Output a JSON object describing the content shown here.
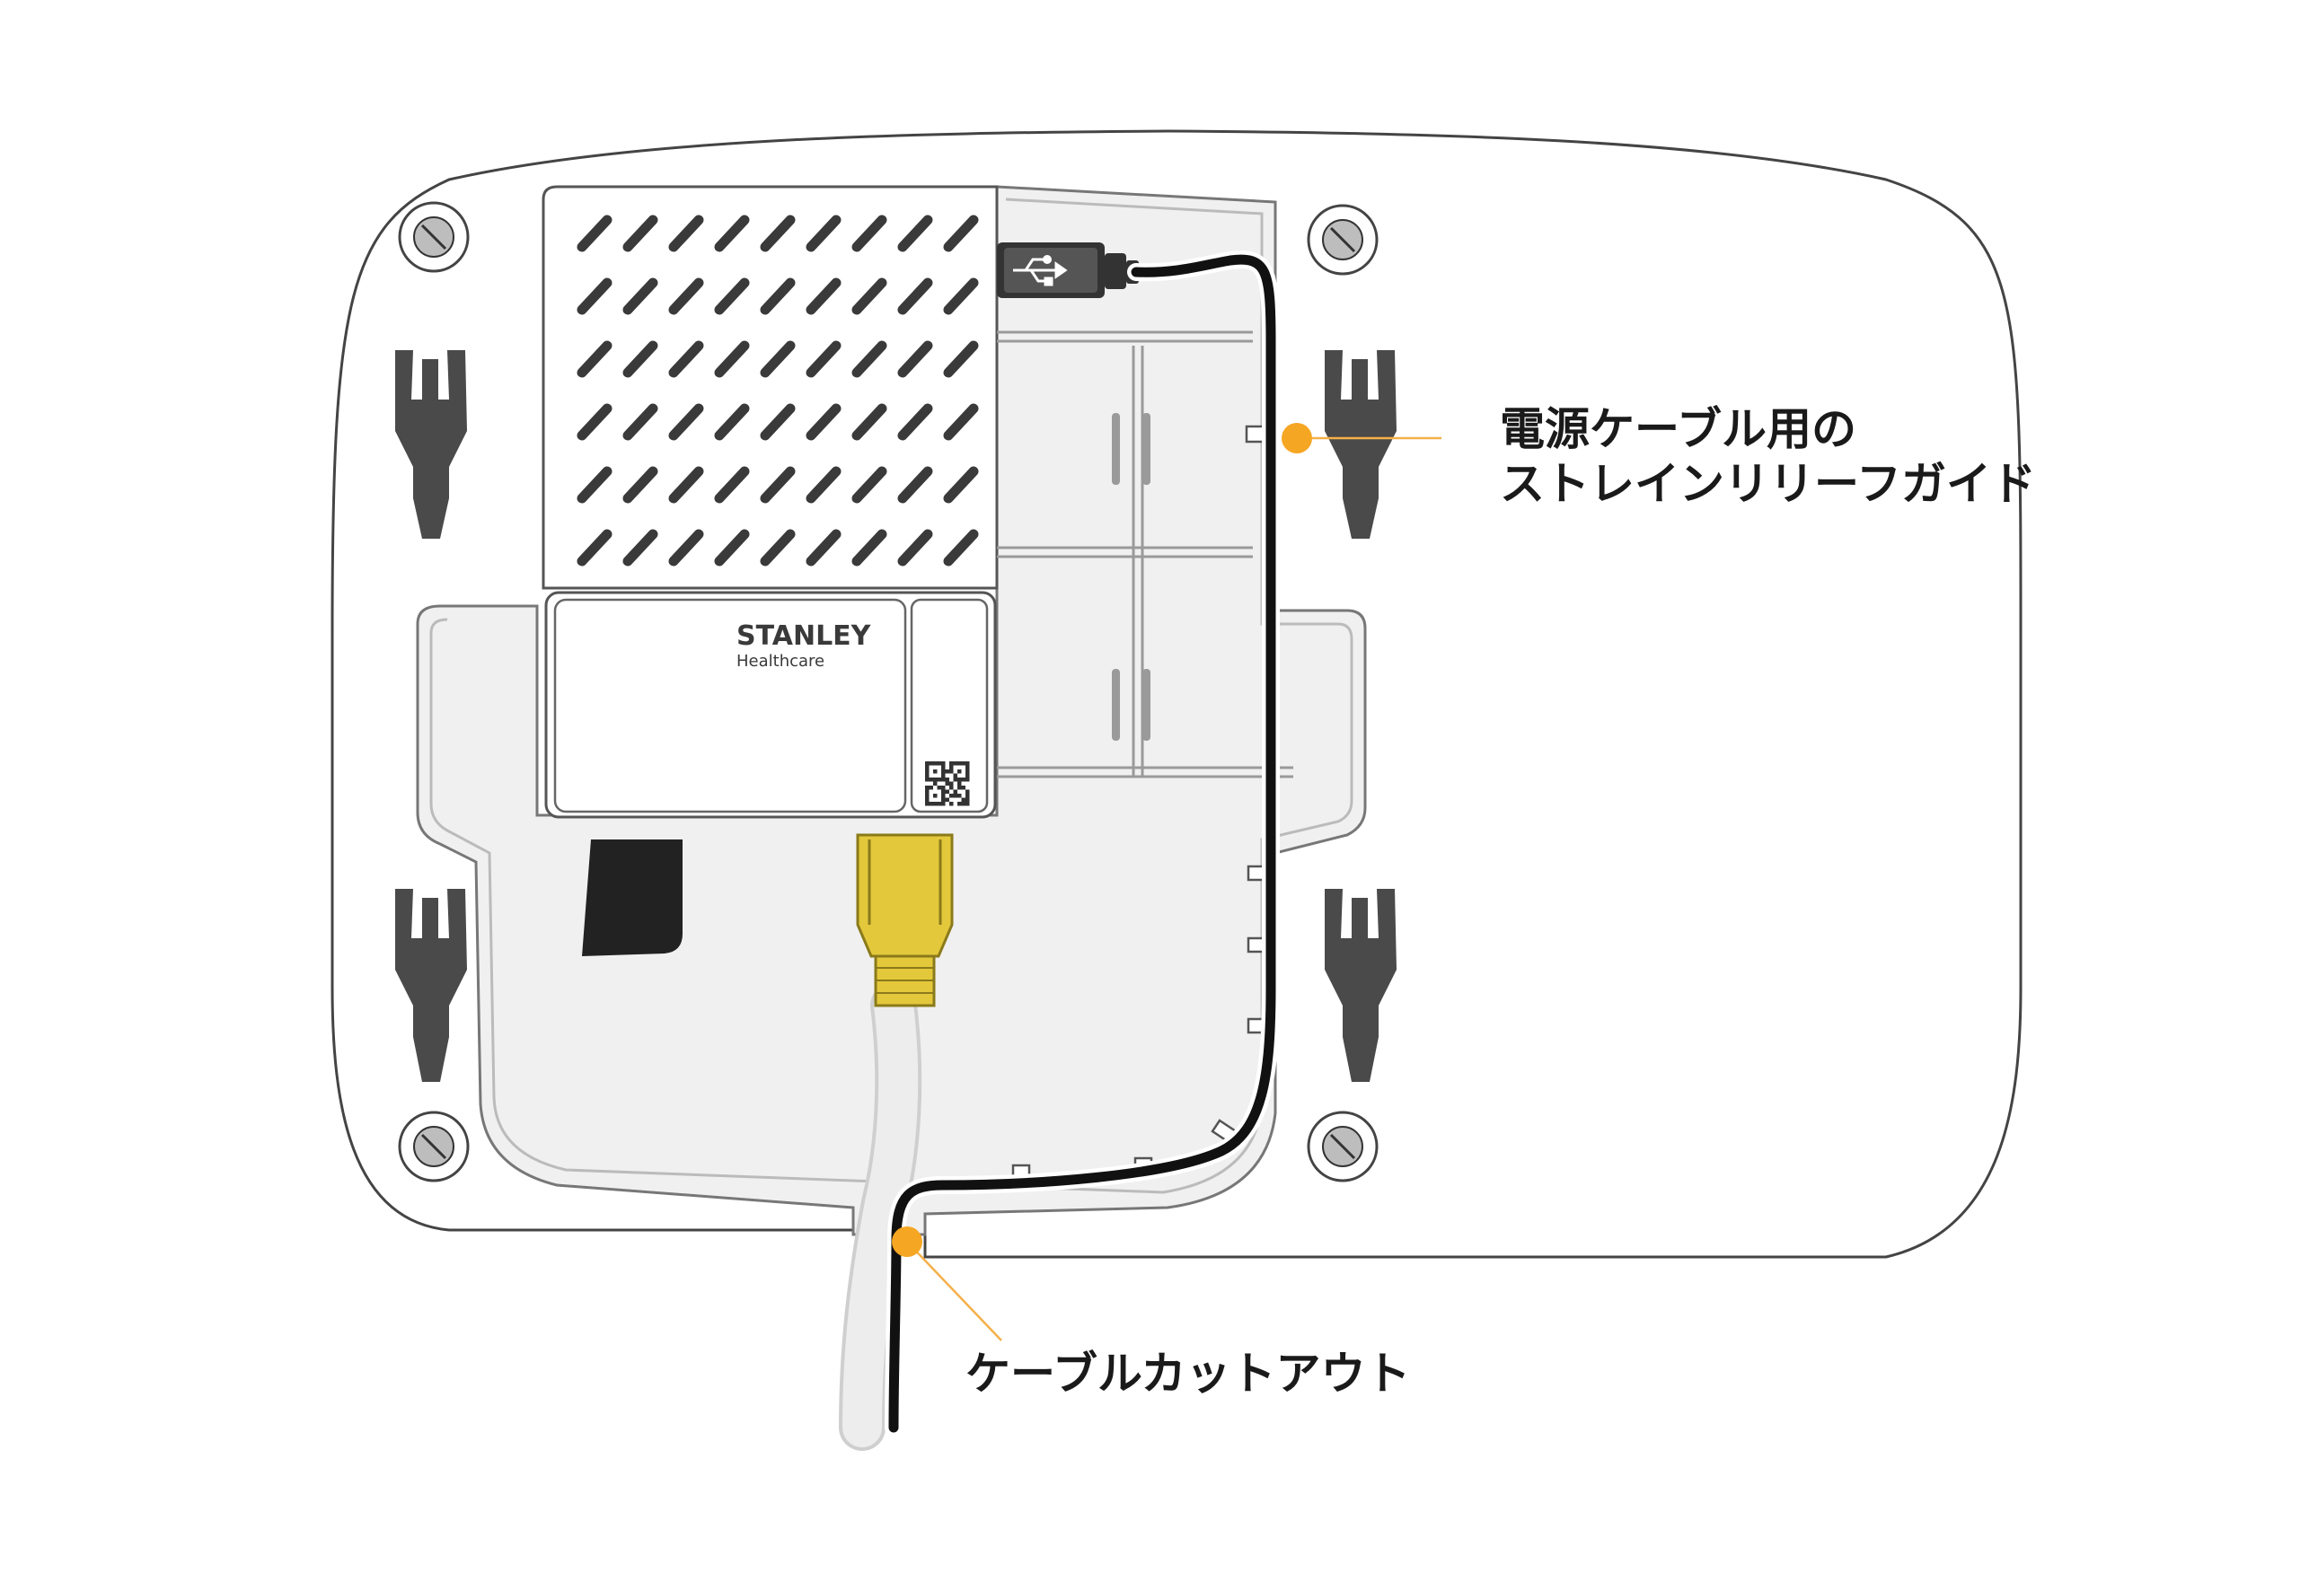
{
  "device": {
    "brand": "STANLEY",
    "subbrand": "Healthcare"
  },
  "callouts": {
    "strain_relief": {
      "line1": "電源ケーブル用の",
      "line2": "ストレインリリーフガイド"
    },
    "cable_cutout": {
      "text": "ケーブルカットアウト"
    }
  },
  "colors": {
    "callout_dot": "#f5a623",
    "callout_line": "#f5b04a",
    "ethernet_connector": "#e3c83c",
    "housing_fill": "#f0f0f0",
    "outline": "#444444",
    "clip": "#4a4a4a",
    "power_cable": "#111111",
    "ethernet_cable": "#e2e2e2"
  }
}
